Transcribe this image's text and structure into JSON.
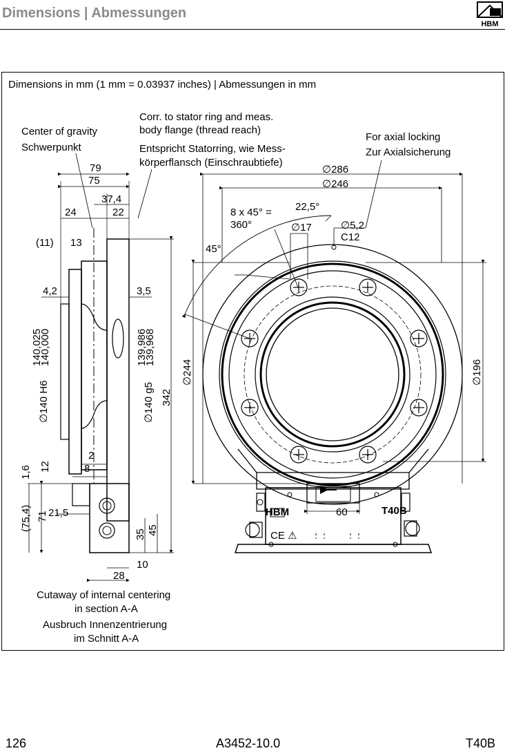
{
  "header": {
    "title": "Dimensions | Abmessungen",
    "logo_text": "HBM"
  },
  "caption": "Dimensions in mm (1 mm = 0.03937 inches) | Abmessungen in mm",
  "labels": {
    "cog_en": "Center of gravity",
    "cog_de": "Schwerpunkt",
    "corr_en_1": "Corr. to stator ring and meas.",
    "corr_en_2": "body flange (thread reach)",
    "corr_de_1": "Entspricht Statorring, wie Mess-",
    "corr_de_2": "körperflansch (Einschraubtiefe)",
    "axial_en": "For axial locking",
    "axial_de": "Zur Axialsicherung",
    "cut_en_1": "Cutaway of internal centering",
    "cut_en_2": "in section A-A",
    "cut_de_1": "Ausbruch Innenzentrierung",
    "cut_de_2": "im Schnitt A-A"
  },
  "dims": {
    "d79": "79",
    "d75": "75",
    "d37_4": "37,4",
    "d24": "24",
    "d22": "22",
    "d11": "(11)",
    "d13": "13",
    "d4_2": "4,2",
    "d3_5": "3,5",
    "h6": "∅140 H6",
    "h6_tol_a": "140,025",
    "h6_tol_b": "140,000",
    "g5": "∅140 g5",
    "g5_tol_a": "139,986",
    "g5_tol_b": "139,968",
    "d342": "342",
    "d2": "2",
    "d8": "8",
    "d1_6": "1,6",
    "d12": "12",
    "d75_4": "(75,4)",
    "d71": "71",
    "d21_5": "21,5",
    "d35": "35",
    "d45": "45",
    "d10": "10",
    "d28": "28",
    "dia286": "∅286",
    "dia246": "∅246",
    "dia244": "∅244",
    "dia196": "∅196",
    "dia17": "∅17",
    "dia5_2": "∅5,2",
    "c12": "C12",
    "ang22_5": "22,5°",
    "pattern_1": "8 x 45° =",
    "pattern_2": "360°",
    "ang45": "45°",
    "d60": "60"
  },
  "device": {
    "model_tag": "T40B",
    "plate": "HBM"
  },
  "footer": {
    "page": "126",
    "doc": "A3452-10.0",
    "product": "T40B"
  }
}
